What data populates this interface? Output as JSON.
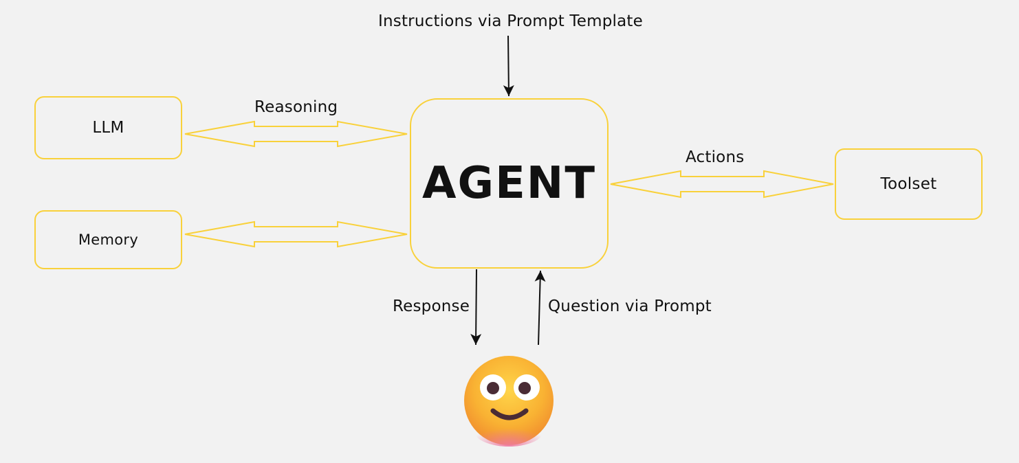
{
  "diagram": {
    "nodes": {
      "agent": "AGENT",
      "llm": "LLM",
      "memory": "Memory",
      "toolset": "Toolset",
      "user": "user-emoji-icon"
    },
    "edges": {
      "instructions": "Instructions via Prompt Template",
      "reasoning": "Reasoning",
      "actions": "Actions",
      "response": "Response",
      "question": "Question via Prompt"
    }
  },
  "colors": {
    "background": "#f2f2f2",
    "outline": "#f9d13a",
    "arrow": "#111111",
    "emoji_face": "#f9b233",
    "emoji_blush": "#ee7aa0"
  }
}
